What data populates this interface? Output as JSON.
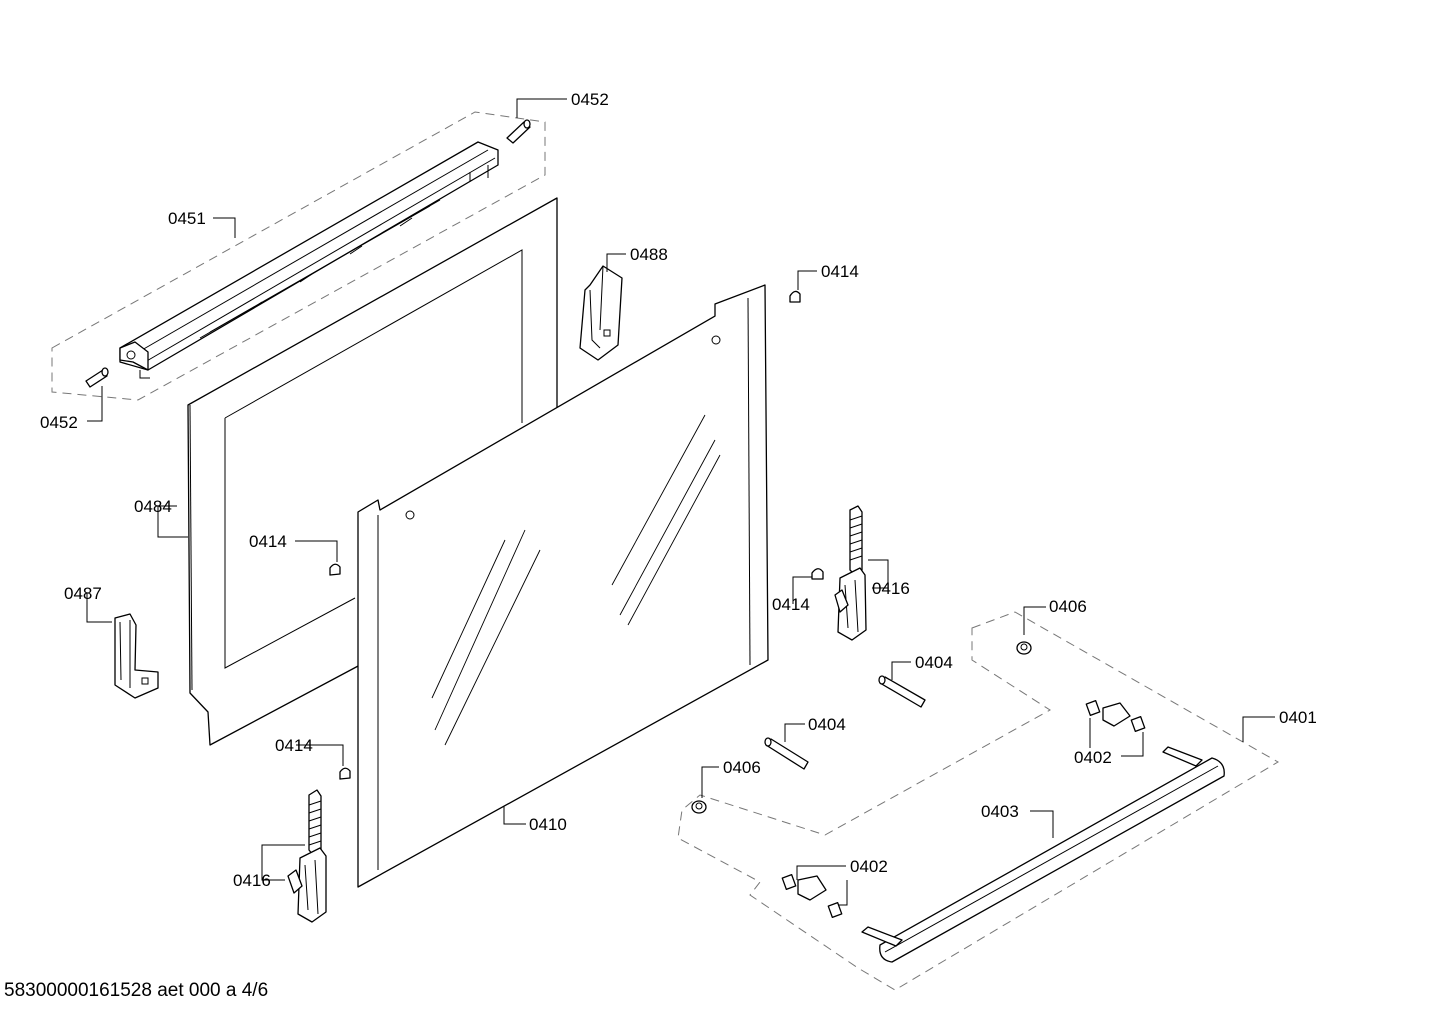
{
  "footer": {
    "document_id": "58300000161528 aet 000 a 4/6"
  },
  "part_labels": {
    "p0452_top": "0452",
    "p0451": "0451",
    "p0452_left": "0452",
    "p0488": "0488",
    "p0414_a": "0414",
    "p0484": "0484",
    "p0414_b": "0414",
    "p0487": "0487",
    "p0414_c": "0414",
    "p0416_a": "0416",
    "p0406_a": "0406",
    "p0404_a": "0404",
    "p0414_d": "0414",
    "p0404_b": "0404",
    "p0401": "0401",
    "p0402_a": "0402",
    "p0406_b": "0406",
    "p0410": "0410",
    "p0403": "0403",
    "p0402_b": "0402",
    "p0416_b": "0416"
  }
}
